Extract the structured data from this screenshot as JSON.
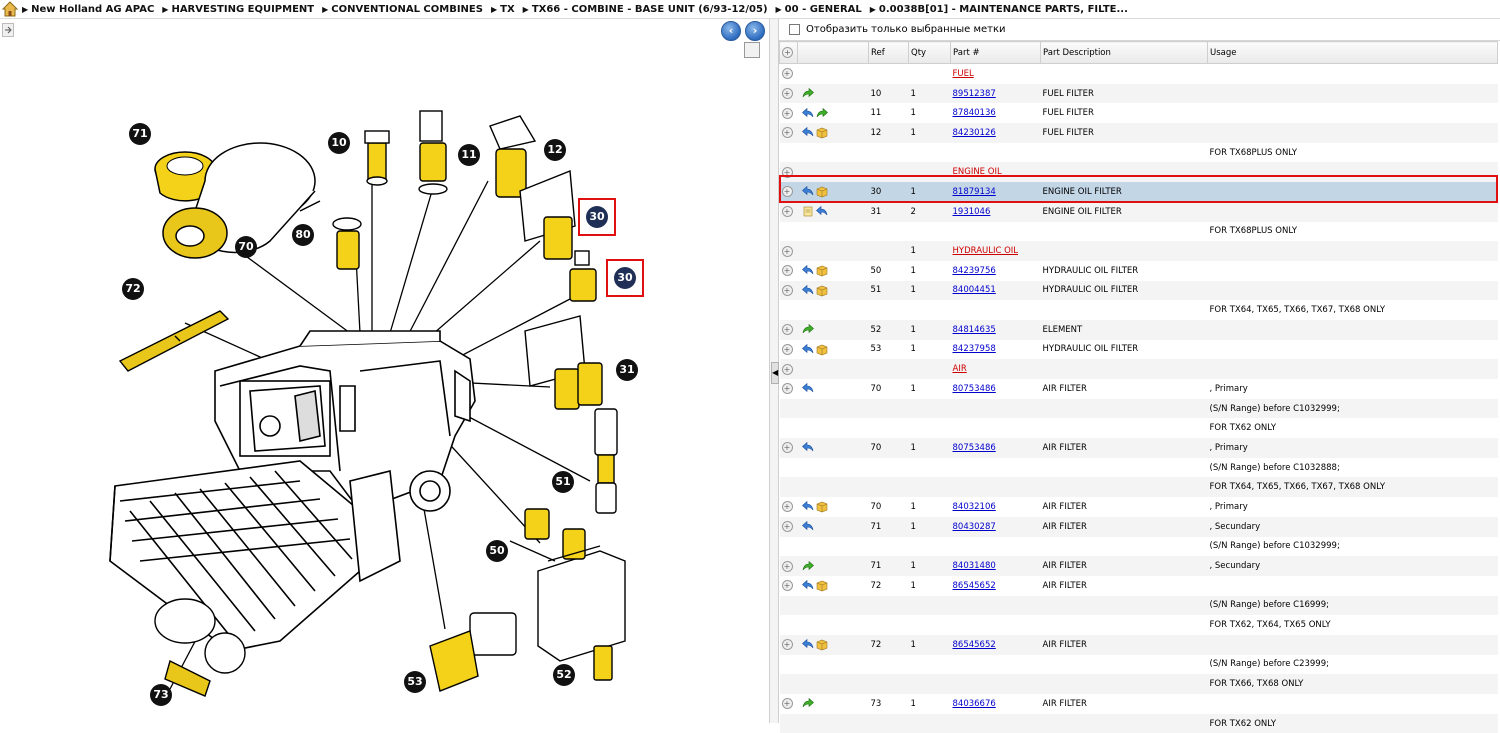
{
  "breadcrumb": {
    "items": [
      "New Holland AG APAC",
      "HARVESTING EQUIPMENT",
      "CONVENTIONAL COMBINES",
      "TX",
      "TX66 - COMBINE - BASE UNIT (6/93-12/05)",
      "00 - GENERAL",
      "0.0038B[01] - MAINTENANCE PARTS, FILTE..."
    ]
  },
  "left_toolbar": {
    "back_icon": "back-arrow-icon",
    "forward_icon": "forward-arrow-icon"
  },
  "diagram": {
    "callouts": [
      "71",
      "10",
      "11",
      "12",
      "80",
      "70",
      "30",
      "30",
      "72",
      "31",
      "51",
      "50",
      "53",
      "52",
      "73"
    ]
  },
  "filter": {
    "label": "Отобразить только выбранные метки",
    "checked": false
  },
  "table": {
    "columns": [
      "Ref",
      "Qty",
      "Part #",
      "Part Description",
      "Usage"
    ],
    "rows": [
      {
        "type": "section",
        "part": "FUEL",
        "qty": "",
        "icons": []
      },
      {
        "type": "part",
        "icons": [
          "green"
        ],
        "ref": "10",
        "qty": "1",
        "part": "89512387",
        "desc": "FUEL FILTER",
        "usage": ""
      },
      {
        "type": "part",
        "icons": [
          "blue",
          "green"
        ],
        "ref": "11",
        "qty": "1",
        "part": "87840136",
        "desc": "FUEL FILTER",
        "usage": ""
      },
      {
        "type": "part",
        "icons": [
          "blue",
          "box"
        ],
        "ref": "12",
        "qty": "1",
        "part": "84230126",
        "desc": "FUEL FILTER",
        "usage": ""
      },
      {
        "type": "usage",
        "usage": "FOR TX68PLUS ONLY"
      },
      {
        "type": "section",
        "part": "ENGINE OIL",
        "qty": "",
        "icons": []
      },
      {
        "type": "part",
        "icons": [
          "blue",
          "box"
        ],
        "ref": "30",
        "qty": "1",
        "part": "81879134",
        "desc": "ENGINE OIL FILTER",
        "usage": "",
        "selected": true
      },
      {
        "type": "part",
        "icons": [
          "doc",
          "blue"
        ],
        "ref": "31",
        "qty": "2",
        "part": "1931046",
        "desc": "ENGINE OIL FILTER",
        "usage": ""
      },
      {
        "type": "usage",
        "usage": "FOR TX68PLUS ONLY"
      },
      {
        "type": "section",
        "part": "HYDRAULIC OIL",
        "qty": "1",
        "icons": []
      },
      {
        "type": "part",
        "icons": [
          "blue",
          "box"
        ],
        "ref": "50",
        "qty": "1",
        "part": "84239756",
        "desc": "HYDRAULIC OIL FILTER",
        "usage": ""
      },
      {
        "type": "part",
        "icons": [
          "blue",
          "box"
        ],
        "ref": "51",
        "qty": "1",
        "part": "84004451",
        "desc": "HYDRAULIC OIL FILTER",
        "usage": ""
      },
      {
        "type": "usage",
        "usage": "FOR TX64, TX65, TX66, TX67, TX68 ONLY"
      },
      {
        "type": "part",
        "icons": [
          "green"
        ],
        "ref": "52",
        "qty": "1",
        "part": "84814635",
        "desc": "ELEMENT",
        "usage": ""
      },
      {
        "type": "part",
        "icons": [
          "blue",
          "box"
        ],
        "ref": "53",
        "qty": "1",
        "part": "84237958",
        "desc": "HYDRAULIC OIL FILTER",
        "usage": ""
      },
      {
        "type": "section",
        "part": "AIR",
        "qty": "",
        "icons": []
      },
      {
        "type": "part",
        "icons": [
          "blue"
        ],
        "ref": "70",
        "qty": "1",
        "part": "80753486",
        "desc": "AIR FILTER",
        "usage": ", Primary"
      },
      {
        "type": "usage",
        "usage": "(S/N Range) before C1032999;"
      },
      {
        "type": "usage",
        "usage": "FOR TX62 ONLY"
      },
      {
        "type": "part",
        "icons": [
          "blue"
        ],
        "ref": "70",
        "qty": "1",
        "part": "80753486",
        "desc": "AIR FILTER",
        "usage": ", Primary"
      },
      {
        "type": "usage",
        "usage": "(S/N Range) before C1032888;"
      },
      {
        "type": "usage",
        "usage": "FOR TX64, TX65, TX66, TX67, TX68 ONLY"
      },
      {
        "type": "part",
        "icons": [
          "blue",
          "box"
        ],
        "ref": "70",
        "qty": "1",
        "part": "84032106",
        "desc": "AIR FILTER",
        "usage": ", Primary"
      },
      {
        "type": "part",
        "icons": [
          "blue"
        ],
        "ref": "71",
        "qty": "1",
        "part": "80430287",
        "desc": "AIR FILTER",
        "usage": ", Secundary"
      },
      {
        "type": "usage",
        "usage": "(S/N Range) before C1032999;"
      },
      {
        "type": "part",
        "icons": [
          "green"
        ],
        "ref": "71",
        "qty": "1",
        "part": "84031480",
        "desc": "AIR FILTER",
        "usage": ", Secundary"
      },
      {
        "type": "part",
        "icons": [
          "blue",
          "box"
        ],
        "ref": "72",
        "qty": "1",
        "part": "86545652",
        "desc": "AIR FILTER",
        "usage": ""
      },
      {
        "type": "usage",
        "usage": "(S/N Range) before C16999;"
      },
      {
        "type": "usage",
        "usage": "FOR TX62, TX64, TX65 ONLY"
      },
      {
        "type": "part",
        "icons": [
          "blue",
          "box"
        ],
        "ref": "72",
        "qty": "1",
        "part": "86545652",
        "desc": "AIR FILTER",
        "usage": ""
      },
      {
        "type": "usage",
        "usage": "(S/N Range) before C23999;"
      },
      {
        "type": "usage",
        "usage": "FOR TX66, TX68 ONLY"
      },
      {
        "type": "part",
        "icons": [
          "green"
        ],
        "ref": "73",
        "qty": "1",
        "part": "84036676",
        "desc": "AIR FILTER",
        "usage": ""
      },
      {
        "type": "usage",
        "usage": "FOR TX62 ONLY"
      }
    ]
  },
  "colors": {
    "section_link": "#cc0000",
    "part_link": "#0000cc",
    "selected_row": "#c3d6e6",
    "highlight_border": "#e01010",
    "filter_yellow": "#f4d21a",
    "callout_dark": "#111111",
    "callout_selected": "#1f2f55"
  }
}
